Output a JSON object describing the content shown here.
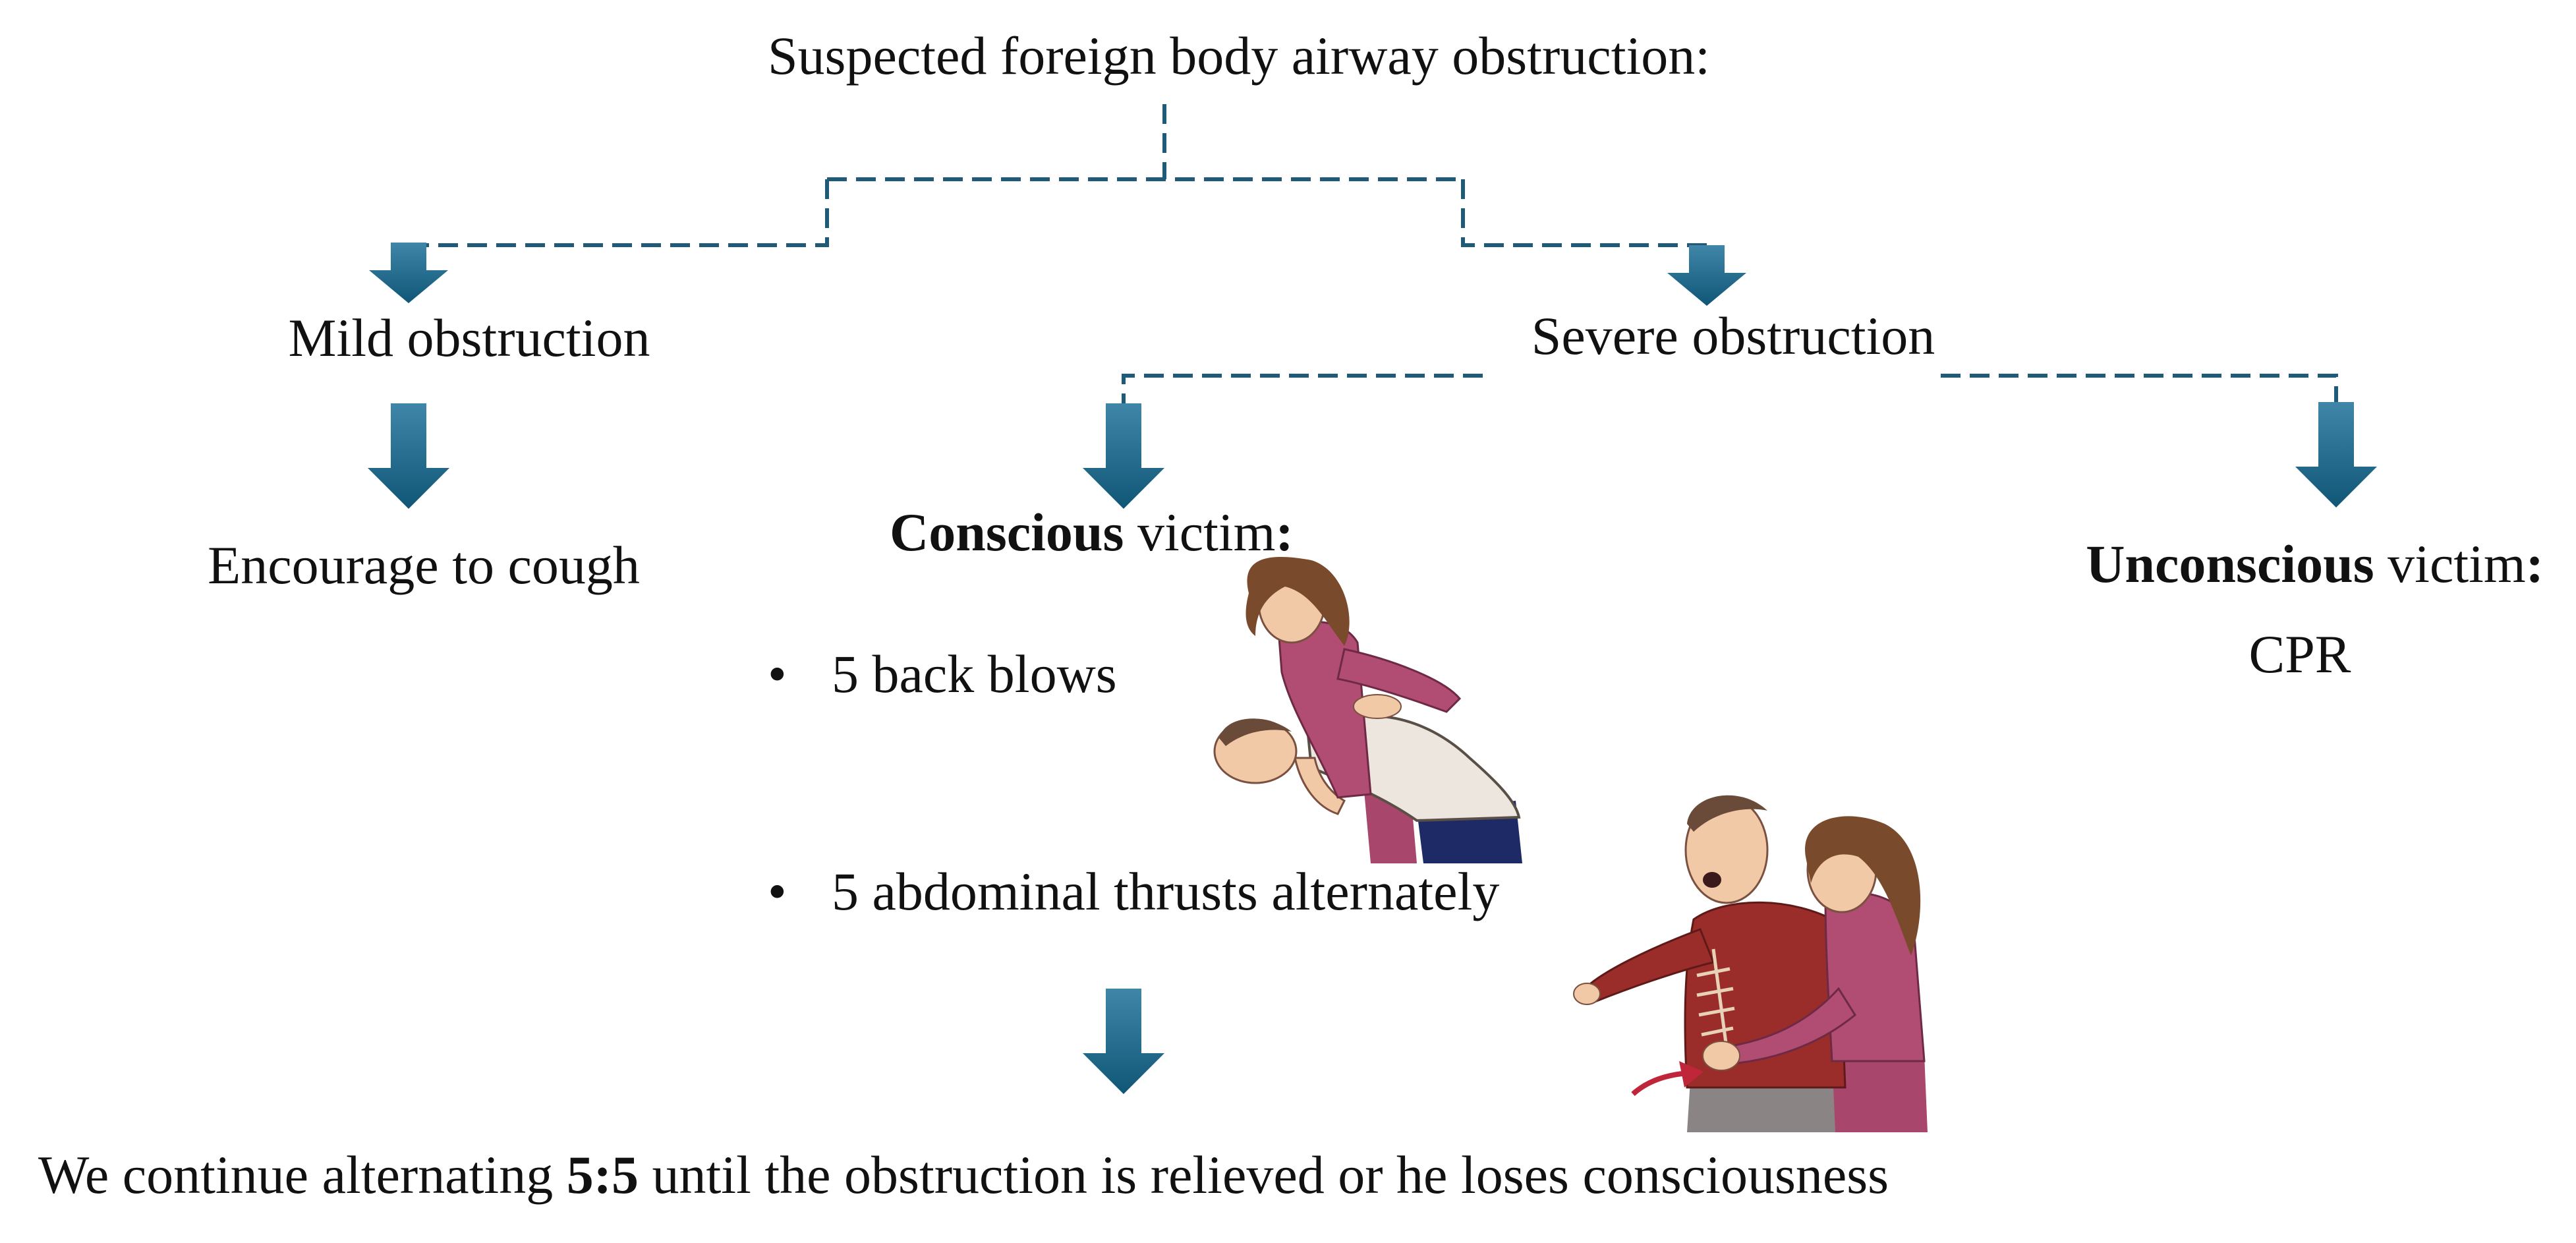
{
  "title": "Suspected foreign body airway obstruction:",
  "mild": {
    "label": "Mild obstruction",
    "action": "Encourage to cough"
  },
  "severe": {
    "label": "Severe obstruction",
    "conscious": {
      "label_bold": "Conscious",
      "label_rest": " victim",
      "label_colon": ":",
      "bullet_char": "•",
      "steps": [
        "5 back blows",
        "5 abdominal thrusts alternately"
      ]
    },
    "unconscious": {
      "label_bold": "Unconscious",
      "label_rest": " victim",
      "label_colon": ":",
      "action": "CPR"
    }
  },
  "conclusion": {
    "before": "We continue alternating ",
    "ratio": "5:5",
    "after": " until the obstruction is relieved or he loses consciousness"
  },
  "colors": {
    "arrow_light": "#3f86a8",
    "arrow_dark": "#0f5677",
    "connector": "#1f5a78",
    "text": "#111111"
  }
}
